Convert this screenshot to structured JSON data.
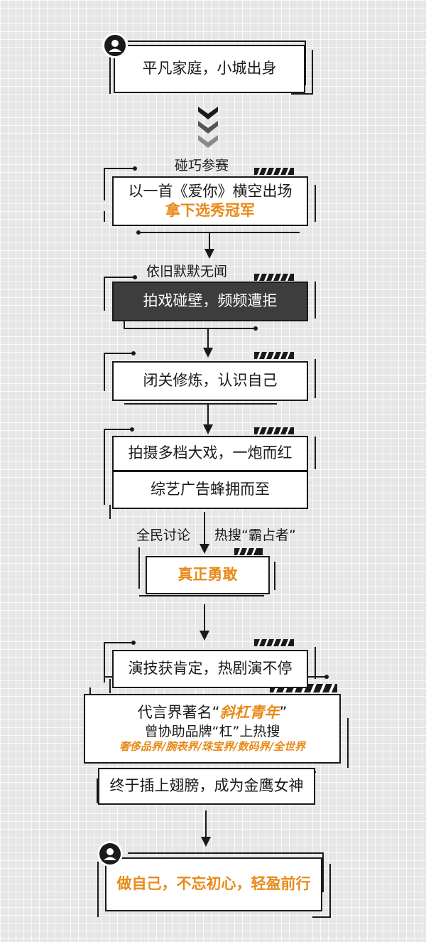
{
  "nodes": {
    "start": "平凡家庭，小城出身",
    "step1_label": "碰巧参赛",
    "step1_line1": "以一首《爱你》横空出场",
    "step1_line2": "拿下选秀冠军",
    "step2_label": "依旧默默无闻",
    "step2": "拍戏碰壁，频频遭拒",
    "step3": "闭关修炼，认识自己",
    "step4a": "拍摄多档大戏，一炮而红",
    "step4b": "综艺广告蜂拥而至",
    "step5_label_left": "全民讨论",
    "step5_label_right": "热搜“霸占者”",
    "step5": "真正勇敢",
    "step6a": "演技获肯定，热剧演不停",
    "step6b_prefix": "代言界著名“",
    "step6b_highlight": "斜杠青年",
    "step6b_suffix": "”",
    "step6b_line2": "曾协助品牌“杠”上热搜",
    "step6b_categories": "奢侈品界/腕表界/珠宝界/数码界/全世界",
    "step6c": "终于插上翅膀，成为金鹰女神",
    "end": "做自己，不忘初心，轻盈前行"
  },
  "icons": [
    "user-avatar-icon",
    "triple-chevron-down-icon",
    "down-arrow-icon",
    "stripe-deco-icon"
  ],
  "colors": {
    "accent": "#e88a1a",
    "ink": "#1a1a1a",
    "dark_box": "#3d3d3d",
    "background": "#e6e6e6",
    "chevron_light": "#777777"
  }
}
